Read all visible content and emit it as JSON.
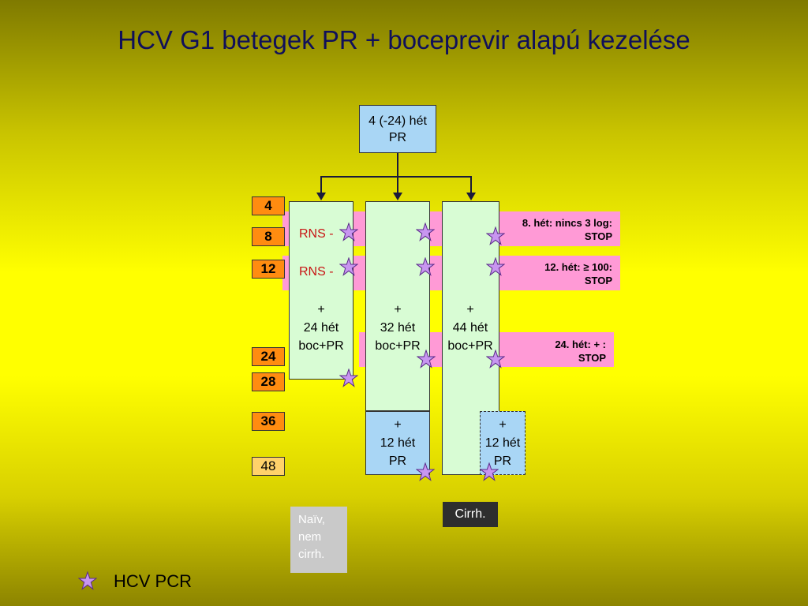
{
  "title": "HCV G1 betegek PR + boceprevir alapú kezelése",
  "top_box": {
    "line1": "4 (-24) hét",
    "line2": "PR"
  },
  "week_markers": [
    "4",
    "8",
    "12",
    "24",
    "28",
    "36",
    "48"
  ],
  "stop_rules": [
    {
      "line1": "8. hét: nincs 3 log:",
      "line2": "STOP"
    },
    {
      "line1": "12. hét: ≥ 100:",
      "line2": "STOP"
    },
    {
      "line1": "24. hét: +  :",
      "line2": "STOP"
    }
  ],
  "rns_labels": [
    "RNS -",
    "RNS -"
  ],
  "columns": [
    {
      "plus": "+",
      "weeks": "24 hét",
      "drug": "boc+PR"
    },
    {
      "plus": "+",
      "weeks": "32 hét",
      "drug": "boc+PR"
    },
    {
      "plus": "+",
      "weeks": "44 hét",
      "drug": "boc+PR"
    }
  ],
  "pr_tails": [
    {
      "plus": "+",
      "weeks": "12 hét",
      "drug": "PR"
    },
    {
      "plus": "+",
      "weeks": "12 hét",
      "drug": "PR"
    }
  ],
  "group_labels": {
    "naive": [
      "Naïv,",
      "nem",
      "cirrh."
    ],
    "cirrh": "Cirrh."
  },
  "legend": {
    "label": "HCV PCR",
    "icon": "star-icon"
  },
  "colors": {
    "orange": "#ff8c10",
    "blue_box": "#a9d6f5",
    "green_box": "#d8fcd4",
    "pink_band": "#ff9ad6",
    "star_fill": "#c896f0",
    "rns_text": "#c81414"
  }
}
